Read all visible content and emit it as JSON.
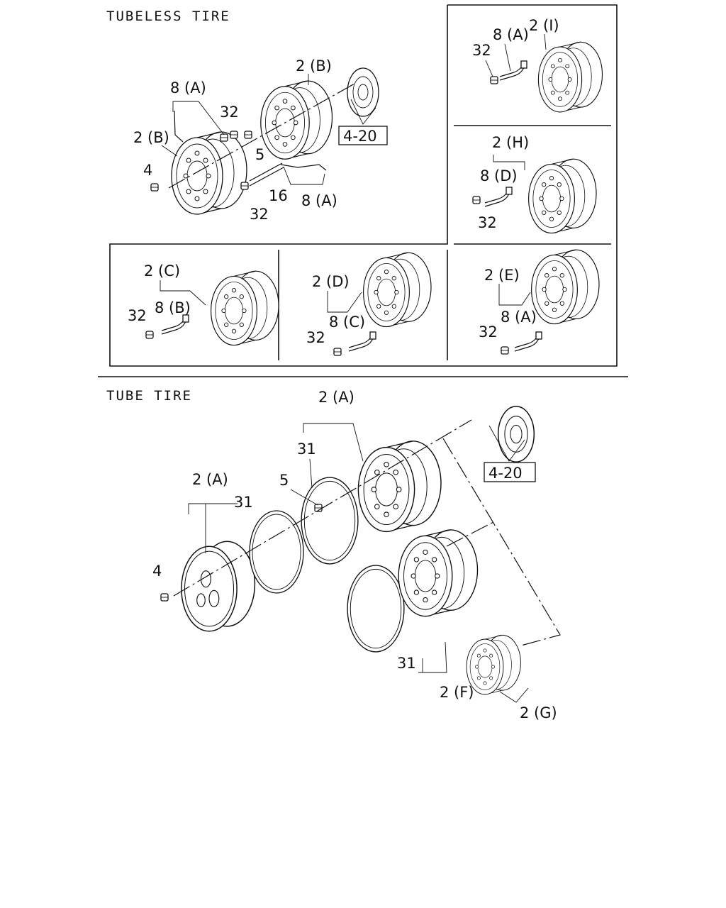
{
  "headers": {
    "tubeless": "TUBELESS TIRE",
    "tube": "TUBE TIRE"
  },
  "parts": {
    "p_2A": "2 (A)",
    "p_2B": "2 (B)",
    "p_2C": "2 (C)",
    "p_2D": "2 (D)",
    "p_2E": "2 (E)",
    "p_2F": "2 (F)",
    "p_2G": "2 (G)",
    "p_2H": "2 (H)",
    "p_2I": "2 (I)",
    "p_4": "4",
    "p_5": "5",
    "p_8A": "8 (A)",
    "p_8B": "8 (B)",
    "p_8C": "8 (C)",
    "p_8D": "8 (D)",
    "p_16": "16",
    "p_31": "31",
    "p_32": "32",
    "ref_4_20": "4-20"
  }
}
